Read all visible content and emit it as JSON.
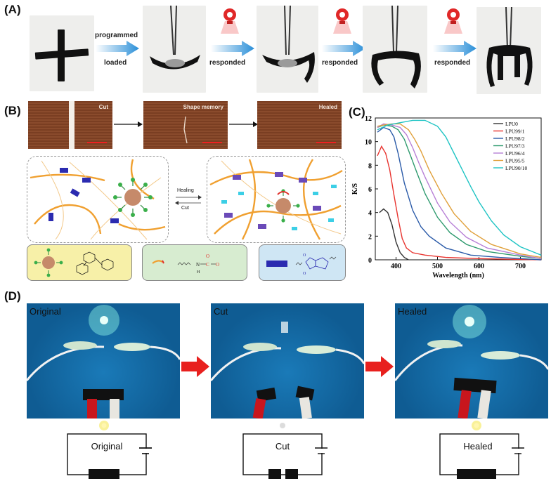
{
  "panels": {
    "a": "(A)",
    "b": "(B)",
    "c": "(C)",
    "d": "(D)"
  },
  "panelA": {
    "arrow1_top": "programmed",
    "arrow1_bottom": "loaded",
    "arrow2": "responded",
    "arrow3": "responded",
    "arrow4": "responded"
  },
  "panelB": {
    "micro1": "Cut",
    "micro2": "Shape memory",
    "micro3": "Healed",
    "healing": "Healing",
    "cut": "Cut"
  },
  "panelD": {
    "photo1": "Original",
    "photo2": "Cut",
    "photo3": "Healed",
    "circuit1": "Original",
    "circuit2": "Cut",
    "circuit3": "Healed"
  },
  "chart_data": {
    "type": "line",
    "xlabel": "Wavelength (nm)",
    "ylabel": "K/S",
    "xlim": [
      350,
      750
    ],
    "ylim": [
      0,
      12
    ],
    "xticks": [
      400,
      500,
      600,
      700
    ],
    "yticks": [
      0,
      2,
      4,
      6,
      8,
      10,
      12
    ],
    "legend_position": "top-right",
    "series": [
      {
        "name": "LPU0",
        "color": "#333333",
        "x": [
          360,
          370,
          380,
          390,
          400,
          410,
          420,
          430
        ],
        "y": [
          4.0,
          4.3,
          4.0,
          3.0,
          1.5,
          0.6,
          0.2,
          0.0
        ]
      },
      {
        "name": "LPU99/1",
        "color": "#e8332e",
        "x": [
          355,
          365,
          375,
          385,
          395,
          405,
          415,
          425,
          440,
          470,
          520,
          600,
          750
        ],
        "y": [
          8.8,
          9.6,
          9.0,
          7.6,
          5.5,
          3.5,
          1.8,
          1.0,
          0.6,
          0.4,
          0.2,
          0.1,
          0.0
        ]
      },
      {
        "name": "LPU98/2",
        "color": "#2a5aa8",
        "x": [
          355,
          370,
          385,
          395,
          405,
          420,
          440,
          460,
          480,
          520,
          580,
          650,
          750
        ],
        "y": [
          10.8,
          11.2,
          11.0,
          10.4,
          9.0,
          6.5,
          4.2,
          2.8,
          2.0,
          1.0,
          0.4,
          0.2,
          0.0
        ]
      },
      {
        "name": "LPU97/3",
        "color": "#2e9a6e",
        "x": [
          355,
          370,
          390,
          405,
          420,
          435,
          450,
          470,
          500,
          530,
          570,
          620,
          700,
          750
        ],
        "y": [
          11.2,
          11.4,
          11.3,
          11.0,
          10.2,
          8.8,
          7.4,
          5.6,
          3.6,
          2.3,
          1.3,
          0.7,
          0.3,
          0.1
        ]
      },
      {
        "name": "LPU96/4",
        "color": "#b77fd6",
        "x": [
          355,
          370,
          390,
          410,
          425,
          440,
          455,
          470,
          500,
          530,
          570,
          620,
          700,
          750
        ],
        "y": [
          11.2,
          11.5,
          11.4,
          11.2,
          10.6,
          9.5,
          8.2,
          7.0,
          4.8,
          3.2,
          1.9,
          1.0,
          0.4,
          0.1
        ]
      },
      {
        "name": "LPU95/5",
        "color": "#e0a03a",
        "x": [
          355,
          370,
          390,
          410,
          430,
          445,
          460,
          480,
          510,
          540,
          580,
          630,
          700,
          750
        ],
        "y": [
          11.3,
          11.4,
          11.5,
          11.5,
          11.0,
          10.2,
          9.2,
          7.6,
          5.6,
          3.9,
          2.4,
          1.3,
          0.5,
          0.2
        ]
      },
      {
        "name": "LPU90/10",
        "color": "#1fc4c4",
        "x": [
          355,
          380,
          410,
          440,
          470,
          500,
          520,
          540,
          560,
          580,
          600,
          630,
          660,
          700,
          750
        ],
        "y": [
          11.0,
          11.4,
          11.6,
          11.8,
          11.8,
          11.3,
          10.4,
          9.0,
          7.6,
          6.2,
          4.9,
          3.3,
          2.1,
          1.1,
          0.4
        ]
      }
    ]
  }
}
